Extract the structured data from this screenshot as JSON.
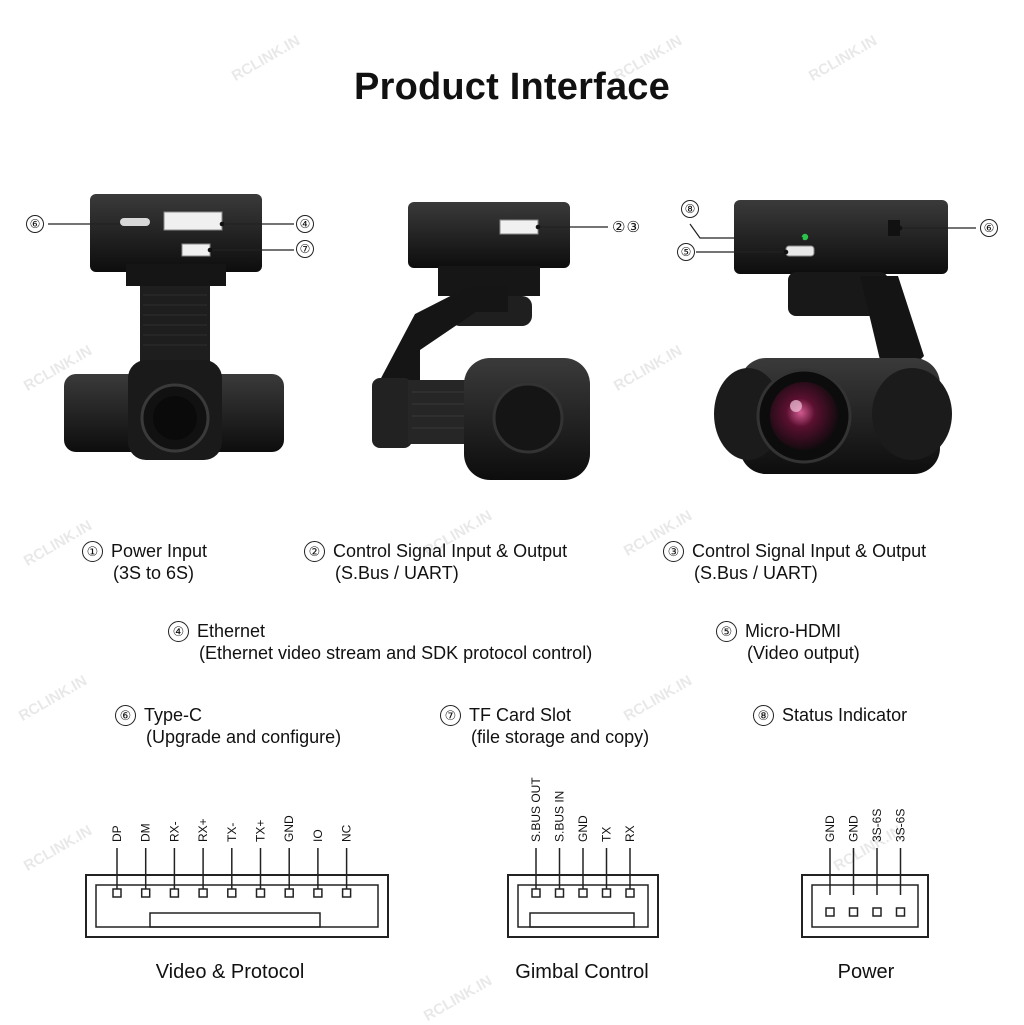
{
  "title": "Product Interface",
  "watermark": "RCLINK.IN",
  "callouts": {
    "view1": {
      "left": "⑥",
      "right_top": "④",
      "right_bottom": "⑦"
    },
    "view2": {
      "right": "②③"
    },
    "view3": {
      "top": "⑧",
      "middle": "⑤",
      "right": "⑥"
    }
  },
  "features": [
    {
      "num": "①",
      "label": "Power Input",
      "sub": "(3S to 6S)"
    },
    {
      "num": "②",
      "label": "Control Signal Input & Output",
      "sub": "(S.Bus / UART)"
    },
    {
      "num": "③",
      "label": "Control Signal Input & Output",
      "sub": "(S.Bus / UART)"
    },
    {
      "num": "④",
      "label": "Ethernet",
      "sub": "(Ethernet video stream and SDK protocol control)"
    },
    {
      "num": "⑤",
      "label": "Micro-HDMI",
      "sub": "(Video output)"
    },
    {
      "num": "⑥",
      "label": "Type-C",
      "sub": "(Upgrade and configure)"
    },
    {
      "num": "⑦",
      "label": "TF Card Slot",
      "sub": "(file storage and copy)"
    },
    {
      "num": "⑧",
      "label": "Status Indicator",
      "sub": ""
    }
  ],
  "connectors": [
    {
      "title": "Video & Protocol",
      "pins": [
        "DP",
        "DM",
        "RX-",
        "RX+",
        "TX-",
        "TX+",
        "GND",
        "IO",
        "NC"
      ]
    },
    {
      "title": "Gimbal Control",
      "pins": [
        "S.BUS OUT",
        "S.BUS IN",
        "GND",
        "TX",
        "RX"
      ]
    },
    {
      "title": "Power",
      "pins": [
        "GND",
        "GND",
        "3S-6S",
        "3S-6S"
      ]
    }
  ]
}
